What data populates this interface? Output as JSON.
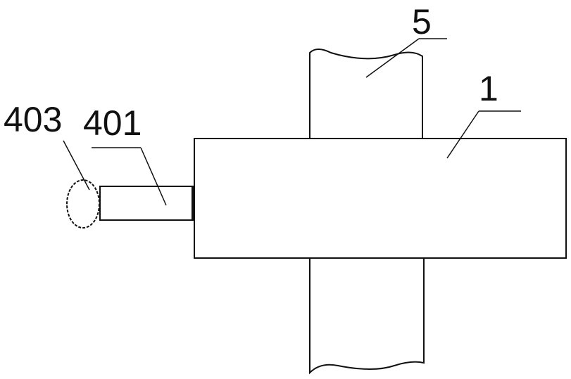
{
  "labels": {
    "shaft": "5",
    "body": "1",
    "ball": "403",
    "rod": "401"
  }
}
